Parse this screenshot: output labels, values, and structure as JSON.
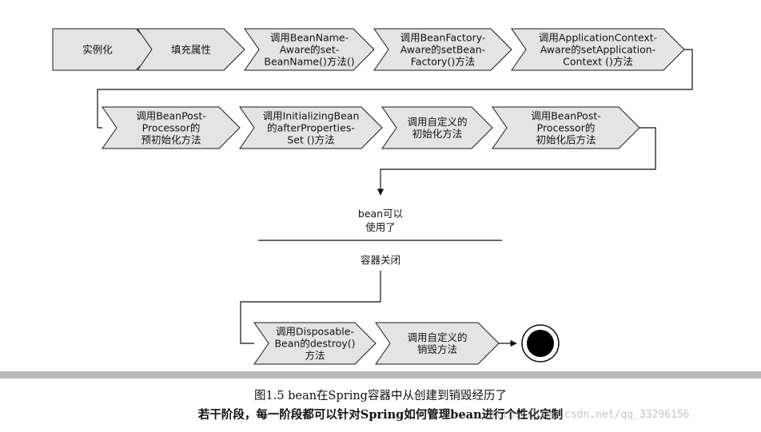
{
  "diagram": {
    "stages": [
      {
        "id": "instantiate",
        "lines": [
          "实例化"
        ]
      },
      {
        "id": "populate",
        "lines": [
          "填充属性"
        ]
      },
      {
        "id": "beanname-aware",
        "lines": [
          "调用BeanName-",
          "Aware的set-",
          "BeanName()方法()"
        ]
      },
      {
        "id": "beanfactory-aware",
        "lines": [
          "调用BeanFactory-",
          "Aware的setBean-",
          "Factory()方法"
        ]
      },
      {
        "id": "appcontext-aware",
        "lines": [
          "调用ApplicationContext-",
          "Aware的setApplication-",
          "Context ()方法"
        ]
      },
      {
        "id": "bpp-before",
        "lines": [
          "调用BeanPost-",
          "Processor的",
          "预初始化方法"
        ]
      },
      {
        "id": "initializing-bean",
        "lines": [
          "调用InitializingBean",
          "的afterProperties-",
          "Set ()方法"
        ]
      },
      {
        "id": "custom-init",
        "lines": [
          "调用自定义的",
          "初始化方法"
        ]
      },
      {
        "id": "bpp-after",
        "lines": [
          "调用BeanPost-",
          "Processor的",
          "初始化后方法"
        ]
      },
      {
        "id": "disposable-bean",
        "lines": [
          "调用Disposable-",
          "Bean的destroy()",
          "方法"
        ]
      },
      {
        "id": "custom-destroy",
        "lines": [
          "调用自定义的",
          "销毁方法"
        ]
      }
    ],
    "in_use_lines": [
      "bean可以",
      "使用了"
    ],
    "container_closed": "容器关闭",
    "colors": {
      "shape_fill": "#e4e4e4",
      "shape_stroke": "#1a1a1a",
      "end_fill": "#000000"
    }
  },
  "caption": {
    "line1": "图1.5   bean在Spring容器中从创建到销毁经历了",
    "line2": "若干阶段，每一阶段都可以针对Spring如何管理bean进行个性化定制"
  },
  "watermark": "http://blog.csdn.net/qq_33296156"
}
